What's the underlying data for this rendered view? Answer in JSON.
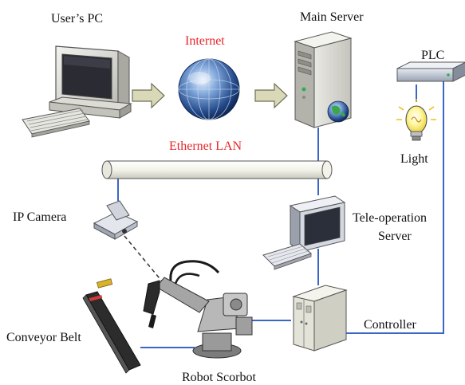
{
  "labels": {
    "users_pc": "User’s PC",
    "main_server": "Main Server",
    "internet": "Internet",
    "plc": "PLC",
    "ethernet_lan": "Ethernet LAN",
    "light": "Light",
    "ip_camera": "IP Camera",
    "teleop_line1": "Tele-operation",
    "teleop_line2": "Server",
    "controller": "Controller",
    "conveyor_belt": "Conveyor Belt",
    "robot_scorbot": "Robot Scorbot"
  },
  "colors": {
    "label_highlight": "#e8262a",
    "network_line": "#3a66c8",
    "arrow_fill": "#d9d9b8"
  }
}
